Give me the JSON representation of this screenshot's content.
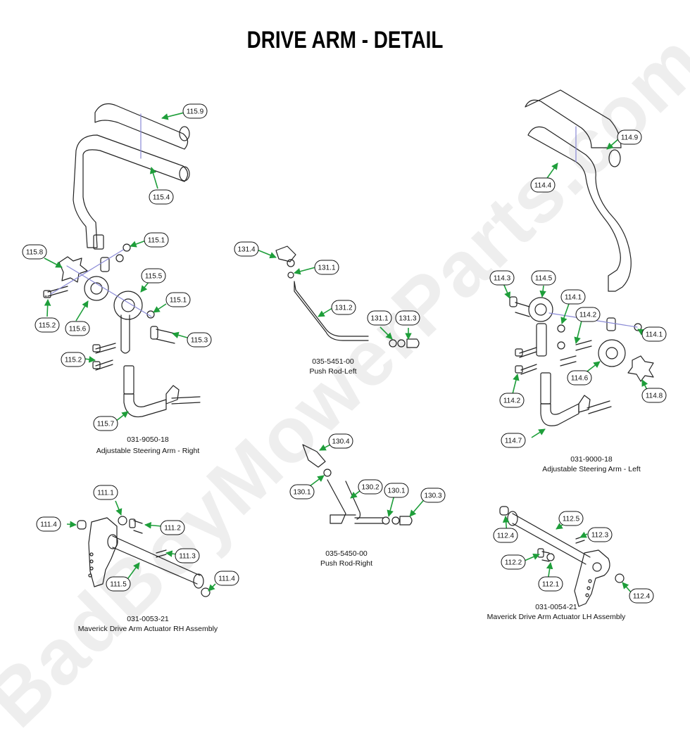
{
  "title": "DRIVE ARM - DETAIL",
  "watermark": "BadBoyMowerParts.com",
  "colors": {
    "arrow": "#1e9e3a",
    "outline": "#222222",
    "leader": "#8a8ad6"
  },
  "assemblies": [
    {
      "part_number": "031-9050-18",
      "name": "Adjustable Steering Arm - Right"
    },
    {
      "part_number": "035-5451-00",
      "name": "Push Rod-Left"
    },
    {
      "part_number": "031-9000-18",
      "name": "Adjustable Steering Arm - Left"
    },
    {
      "part_number": "035-5450-00",
      "name": "Push Rod-Right"
    },
    {
      "part_number": "031-0053-21",
      "name": "Maverick Drive Arm Actuator RH Assembly"
    },
    {
      "part_number": "031-0054-21",
      "name": "Maverick Drive Arm Actuator LH Assembly"
    }
  ],
  "callouts": [
    "115.9",
    "115.4",
    "115.1",
    "115.8",
    "115.5",
    "115.1",
    "115.2",
    "115.6",
    "115.3",
    "115.2",
    "115.7",
    "131.4",
    "131.1",
    "131.2",
    "131.1",
    "131.3",
    "114.9",
    "114.4",
    "114.3",
    "114.5",
    "114.1",
    "114.2",
    "114.1",
    "114.6",
    "114.8",
    "114.2",
    "114.7",
    "130.4",
    "130.1",
    "130.2",
    "130.1",
    "130.3",
    "111.1",
    "111.4",
    "111.2",
    "111.3",
    "111.5",
    "111.4",
    "112.5",
    "112.4",
    "112.3",
    "112.2",
    "112.1",
    "112.4"
  ]
}
